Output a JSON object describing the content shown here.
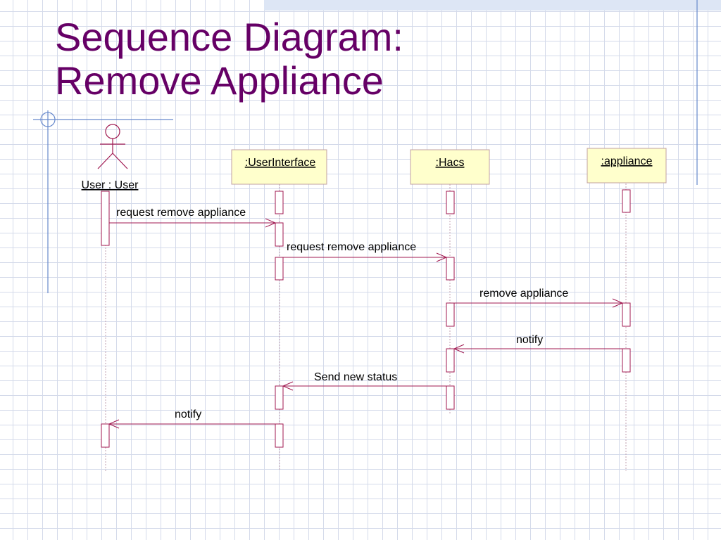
{
  "slide": {
    "title_line1": "Sequence Diagram:",
    "title_line2": "Remove Appliance"
  },
  "actor": {
    "label": "User : User"
  },
  "objects": {
    "ui": ":UserInterface",
    "hacs": ":Hacs",
    "appliance": ":appliance"
  },
  "messages": [
    {
      "label": "request remove appliance",
      "from": "User",
      "to": ":UserInterface"
    },
    {
      "label": "request remove appliance",
      "from": ":UserInterface",
      "to": ":Hacs"
    },
    {
      "label": "remove appliance",
      "from": ":Hacs",
      "to": ":appliance"
    },
    {
      "label": "notify",
      "from": ":appliance",
      "to": ":Hacs"
    },
    {
      "label": "Send new status",
      "from": ":Hacs",
      "to": ":UserInterface"
    },
    {
      "label": "notify",
      "from": ":UserInterface",
      "to": "User"
    }
  ],
  "colors": {
    "title": "#660066",
    "object_fill": "#ffffcc",
    "object_border": "#c0a0a0",
    "lines": "#a01850",
    "decor": "#6688cc"
  }
}
